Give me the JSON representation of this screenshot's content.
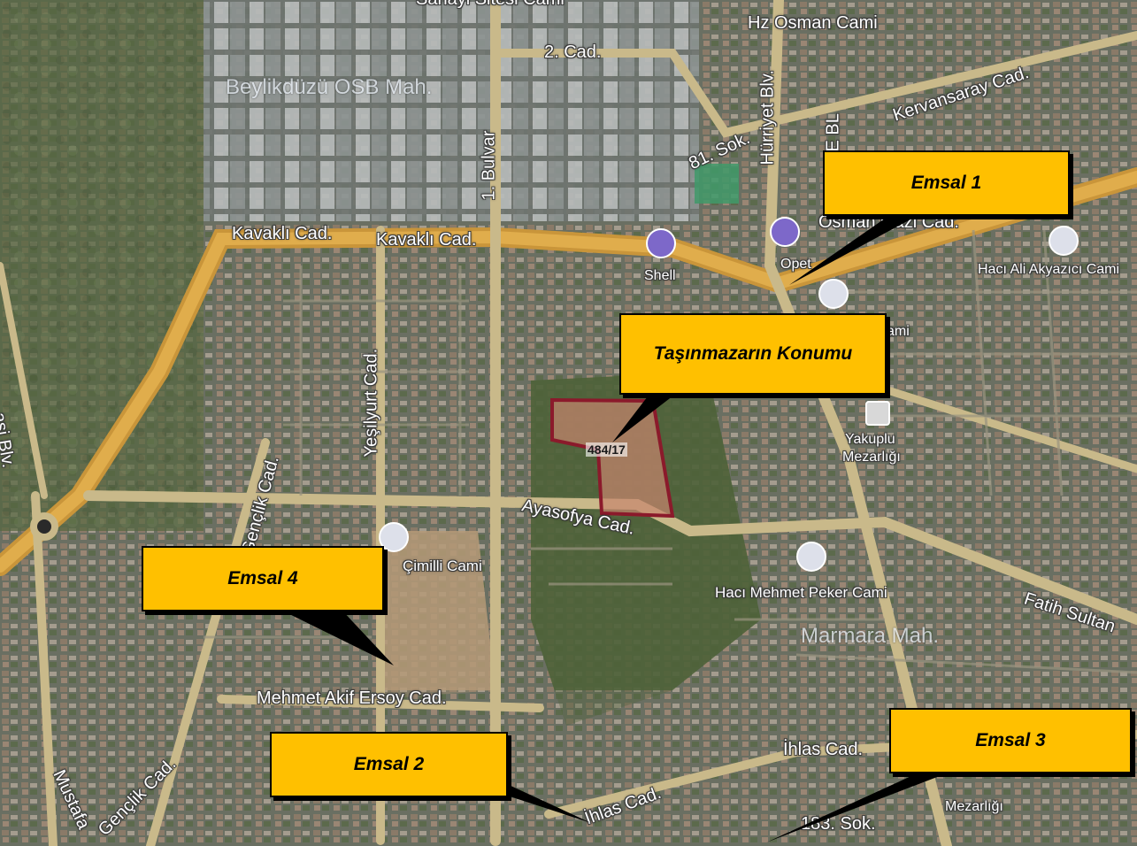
{
  "map": {
    "street_labels": [
      {
        "id": "sanayi",
        "text": "Sanayi Sitesi Cami"
      },
      {
        "id": "cad2",
        "text": "2. Cad."
      },
      {
        "id": "osman-cami",
        "text": "Hz Osman Cami"
      },
      {
        "id": "kervansaray",
        "text": "Kervansaray Cad."
      },
      {
        "id": "hurriyet",
        "text": "Hürriyet Blv."
      },
      {
        "id": "bulvar",
        "text": "1. Bulvar"
      },
      {
        "id": "sok81",
        "text": "81. Sok."
      },
      {
        "id": "kavakli1",
        "text": "Kavaklı Cad."
      },
      {
        "id": "kavakli2",
        "text": "Kavaklı Cad."
      },
      {
        "id": "osmangazi",
        "text": "Osman Gazi Cad."
      },
      {
        "id": "shell",
        "text": "Shell"
      },
      {
        "id": "opet",
        "text": "Opet"
      },
      {
        "id": "haci-ali",
        "text": "Hacı Ali Akyazıcı Cami"
      },
      {
        "id": "yesilyurt",
        "text": "Yeşilyurt Cad."
      },
      {
        "id": "ami",
        "text": "ami"
      },
      {
        "id": "yakuplu",
        "text": "Yakuplu"
      },
      {
        "id": "mezarligi",
        "text": "Mezarlığı"
      },
      {
        "id": "ayasofya",
        "text": "Ayasofya Cad."
      },
      {
        "id": "genclik-top",
        "text": "Gençlik Cad."
      },
      {
        "id": "cimilli",
        "text": "Çimilli Cami"
      },
      {
        "id": "haci-mehmet",
        "text": "Hacı Mehmet Peker Cami"
      },
      {
        "id": "fatih",
        "text": "Fatih Sultan"
      },
      {
        "id": "mehmet-akif",
        "text": "Mehmet Akif Ersoy Cad."
      },
      {
        "id": "ihlas1",
        "text": "İhlas Cad."
      },
      {
        "id": "ihlas2",
        "text": "İhlas Cad."
      },
      {
        "id": "sok183",
        "text": "183. Sok."
      },
      {
        "id": "mezarligi2",
        "text": "Mezarlığı"
      },
      {
        "id": "genclik-bottom",
        "text": "Gençlik Cad."
      },
      {
        "id": "mustafa",
        "text": "Mustafa"
      },
      {
        "id": "ebl",
        "text": "E BL"
      },
      {
        "id": "asi-blv",
        "text": "asi Blv."
      }
    ],
    "area_labels": [
      {
        "id": "beylikduzu",
        "text": "Beylikdüzü OSB Mah."
      },
      {
        "id": "marmara",
        "text": "Marmara Mah."
      }
    ],
    "parcel": {
      "label": "484/17",
      "outline_color": "#8b1a2b"
    },
    "callouts": [
      {
        "id": "emsal1",
        "text": "Emsal 1"
      },
      {
        "id": "konum",
        "text": "Taşınmazarın Konumu"
      },
      {
        "id": "emsal4",
        "text": "Emsal 4"
      },
      {
        "id": "emsal2",
        "text": "Emsal 2"
      },
      {
        "id": "emsal3",
        "text": "Emsal 3"
      }
    ],
    "colors": {
      "callout_fill": "#ffc000",
      "major_road": "#d9a441",
      "minor_road": "#c9b98a",
      "imagery_base": "#5a6a4a"
    },
    "poi_icons": [
      "fuel-pump-icon",
      "mosque-icon",
      "cemetery-icon"
    ]
  }
}
